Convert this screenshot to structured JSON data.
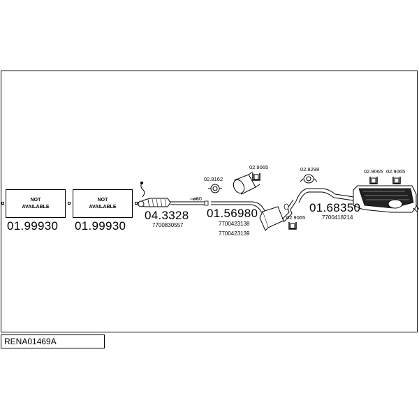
{
  "diagram": {
    "not_available_label_line1": "NOT",
    "not_available_label_line2": "AVAILABLE",
    "slot1_part_number": "01.99930",
    "slot2_part_number": "01.99930",
    "front_pipe_catalyst": {
      "part_number": "04.3328",
      "oem_ref": "7700830557"
    },
    "diameter_label": "ø60",
    "middle_silencer": {
      "part_number": "01.56980",
      "oem_ref_1": "7700423138",
      "oem_ref_2": "7700423139"
    },
    "rear_silencer": {
      "part_number": "01.68350",
      "oem_ref": "7700418214"
    },
    "fittings": {
      "clamp_front": "02.8162",
      "hanger_mid": "02.9065",
      "hanger_lower": "02.9065",
      "clamp_rear": "02.8298",
      "hanger_rear_1": "02.9065",
      "hanger_rear_2": "02.9065"
    }
  },
  "footer": {
    "vehicle_code": "RENA01469A"
  }
}
